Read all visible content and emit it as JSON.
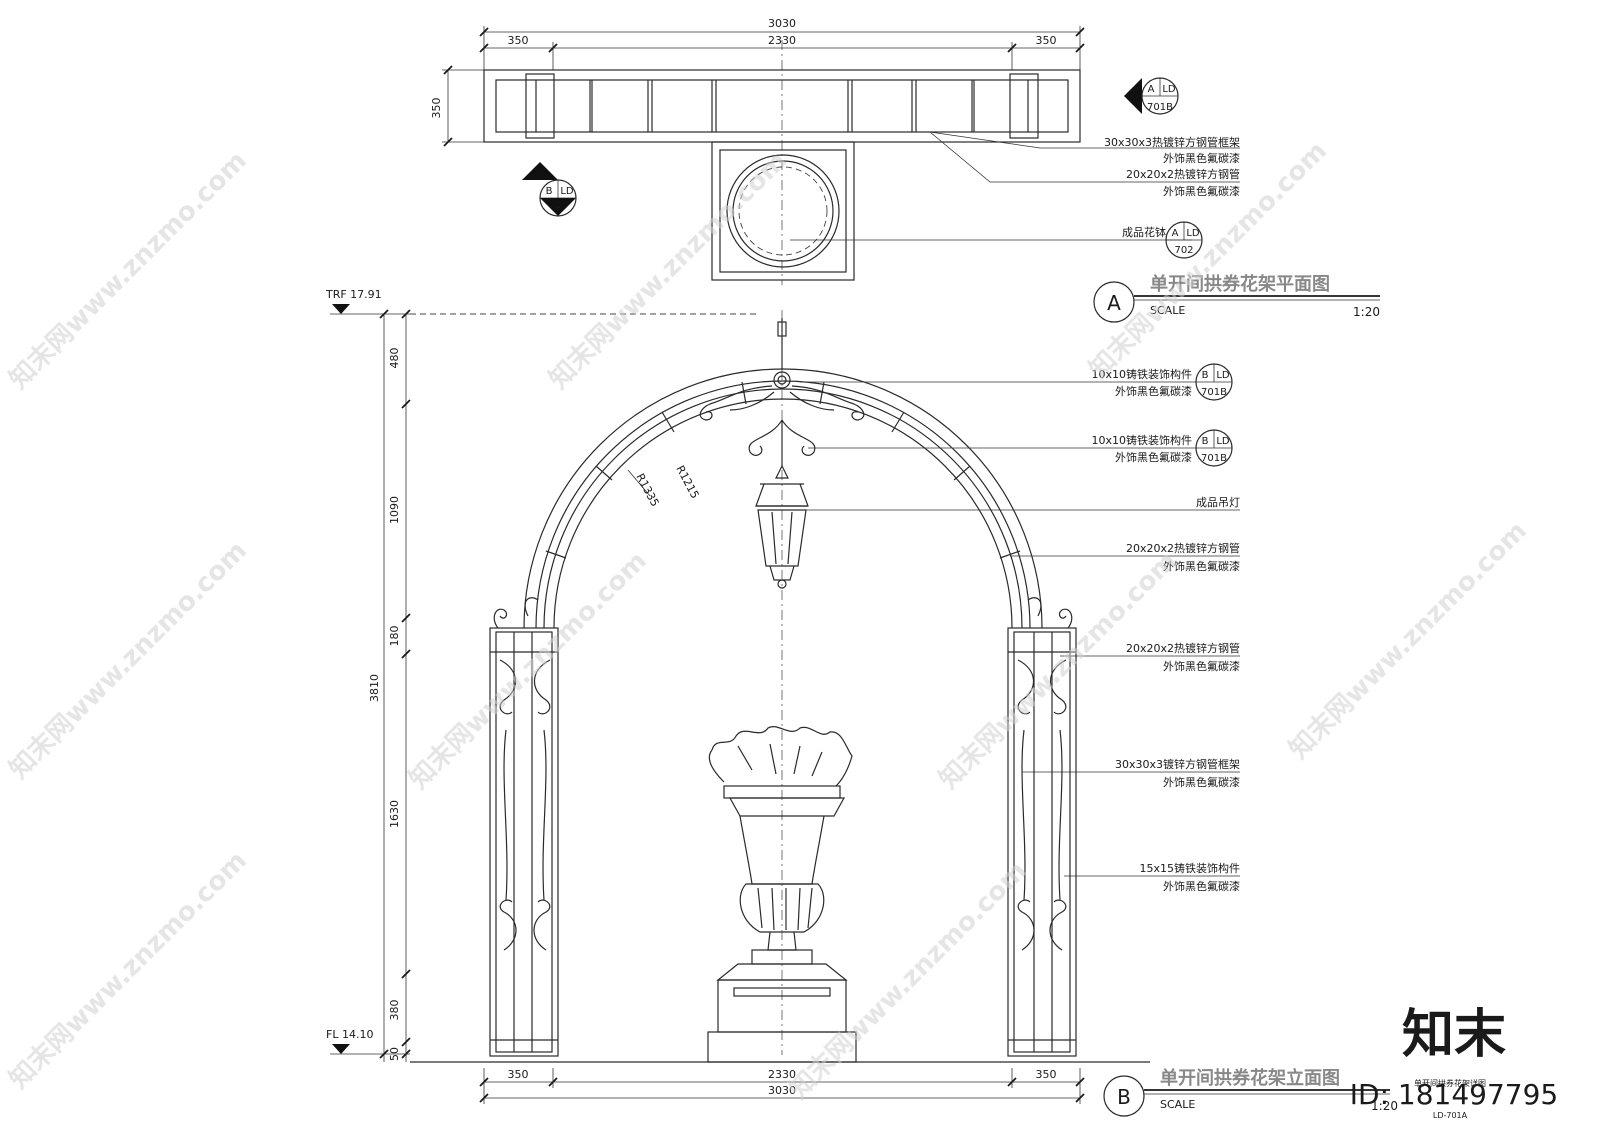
{
  "plan": {
    "dims_top": {
      "total": "3030",
      "left": "350",
      "middle": "2330",
      "right": "350"
    },
    "dim_side": "350",
    "notes": [
      {
        "line1": "30x30x3热镀锌方钢管框架",
        "line2": "外饰黑色氟碳漆"
      },
      {
        "line1": "20x20x2热镀锌方钢管",
        "line2": "外饰黑色氟碳漆"
      }
    ],
    "flower": {
      "label": "成品花钵",
      "tag_top_a": "A",
      "tag_top_b": "LD",
      "tag_bottom": "702"
    },
    "section_tag_right": {
      "a": "A",
      "b": "LD",
      "bottom": "701B"
    },
    "section_tag_left": {
      "a": "B",
      "b": "LD",
      "bottom": "–"
    },
    "title": {
      "circle": "A",
      "text": "单开间拱券花架平面图",
      "scale_label": "SCALE",
      "scale": "1:20"
    }
  },
  "elevation": {
    "level_top": "TRF 17.91",
    "level_bottom": "FL 14.10",
    "dims_left": [
      "480",
      "1090",
      "180",
      "1630",
      "380",
      "50"
    ],
    "dim_total": "3810",
    "radii": [
      "R1335",
      "R1215"
    ],
    "dims_bottom": {
      "left": "350",
      "middle": "2330",
      "right": "350",
      "total": "3030"
    },
    "notes": [
      {
        "line1": "10x10铸铁装饰构件",
        "line2": "外饰黑色氟碳漆",
        "tag": {
          "a": "B",
          "b": "LD",
          "bottom": "701B"
        }
      },
      {
        "line1": "10x10铸铁装饰构件",
        "line2": "外饰黑色氟碳漆",
        "tag": {
          "a": "B",
          "b": "LD",
          "bottom": "701B"
        }
      },
      {
        "line1": "成品吊灯",
        "line2": ""
      },
      {
        "line1": "20x20x2热镀锌方钢管",
        "line2": "外饰黑色氟碳漆"
      },
      {
        "line1": "20x20x2热镀锌方钢管",
        "line2": "外饰黑色氟碳漆"
      },
      {
        "line1": "30x30x3镀锌方钢管框架",
        "line2": "外饰黑色氟碳漆"
      },
      {
        "line1": "15x15铸铁装饰构件",
        "line2": "外饰黑色氟碳漆"
      }
    ],
    "title": {
      "circle": "B",
      "text": "单开间拱券花架立面图",
      "scale_label": "SCALE",
      "scale": "1:20",
      "sheet_title": "单开间拱券花架详图",
      "sheet_no": "LD-701A"
    }
  },
  "brand": {
    "logo": "知末",
    "id": "ID: 181497795",
    "watermark": "知末网www.znzmo.com"
  }
}
